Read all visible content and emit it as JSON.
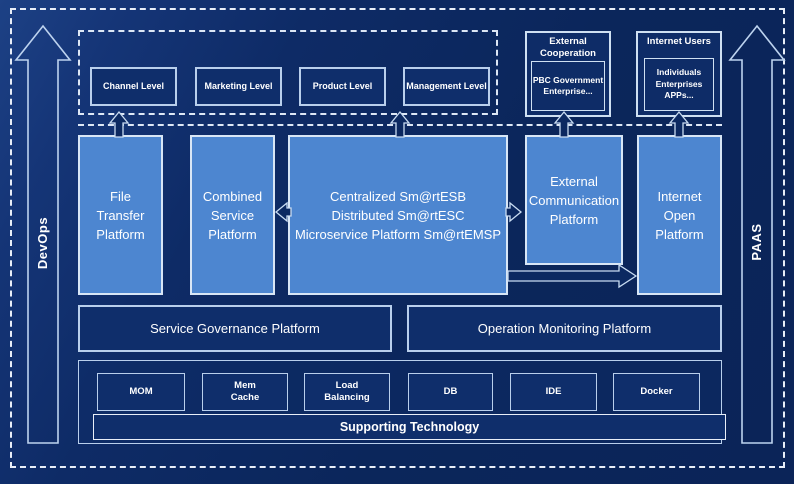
{
  "colors": {
    "background": "#0b265b",
    "platform_fill": "#4d86d0",
    "dark_box_fill": "#0f2e6b",
    "line_light": "#c3d7f0",
    "dash_white": "#e8eef8"
  },
  "rails": {
    "left_label": "DevOps",
    "right_label": "PAAS"
  },
  "levels": {
    "items": [
      {
        "label": "Channel Level"
      },
      {
        "label": "Marketing Level"
      },
      {
        "label": "Product Level"
      },
      {
        "label": "Management Level"
      }
    ]
  },
  "external_cooperation": {
    "title_lines": [
      "External",
      "Cooperation"
    ],
    "content_lines": [
      "PBC Government",
      "Enterprise..."
    ]
  },
  "internet_users": {
    "title": "Internet Users",
    "content_lines": [
      "Individuals",
      "Enterprises",
      "APPs..."
    ]
  },
  "platforms": {
    "file_transfer": {
      "lines": [
        "File",
        "Transfer",
        "Platform"
      ]
    },
    "combined_service": {
      "lines": [
        "Combined",
        "Service",
        "Platform"
      ]
    },
    "central": {
      "lines": [
        "Centralized Sm@rtESB",
        "Distributed Sm@rtESC",
        "Microservice Platform Sm@rtEMSP"
      ]
    },
    "external_communication": {
      "lines": [
        "External",
        "Communication",
        "Platform"
      ]
    },
    "internet_open": {
      "lines": [
        "Internet",
        "Open",
        "Platform"
      ]
    }
  },
  "governance": {
    "service": "Service Governance Platform",
    "operation": "Operation Monitoring Platform"
  },
  "supporting": {
    "title": "Supporting Technology",
    "items": [
      {
        "lines": [
          "MOM"
        ]
      },
      {
        "lines": [
          "Mem",
          "Cache"
        ]
      },
      {
        "lines": [
          "Load",
          "Balancing"
        ]
      },
      {
        "lines": [
          "DB"
        ]
      },
      {
        "lines": [
          "IDE"
        ]
      },
      {
        "lines": [
          "Docker"
        ]
      }
    ]
  }
}
